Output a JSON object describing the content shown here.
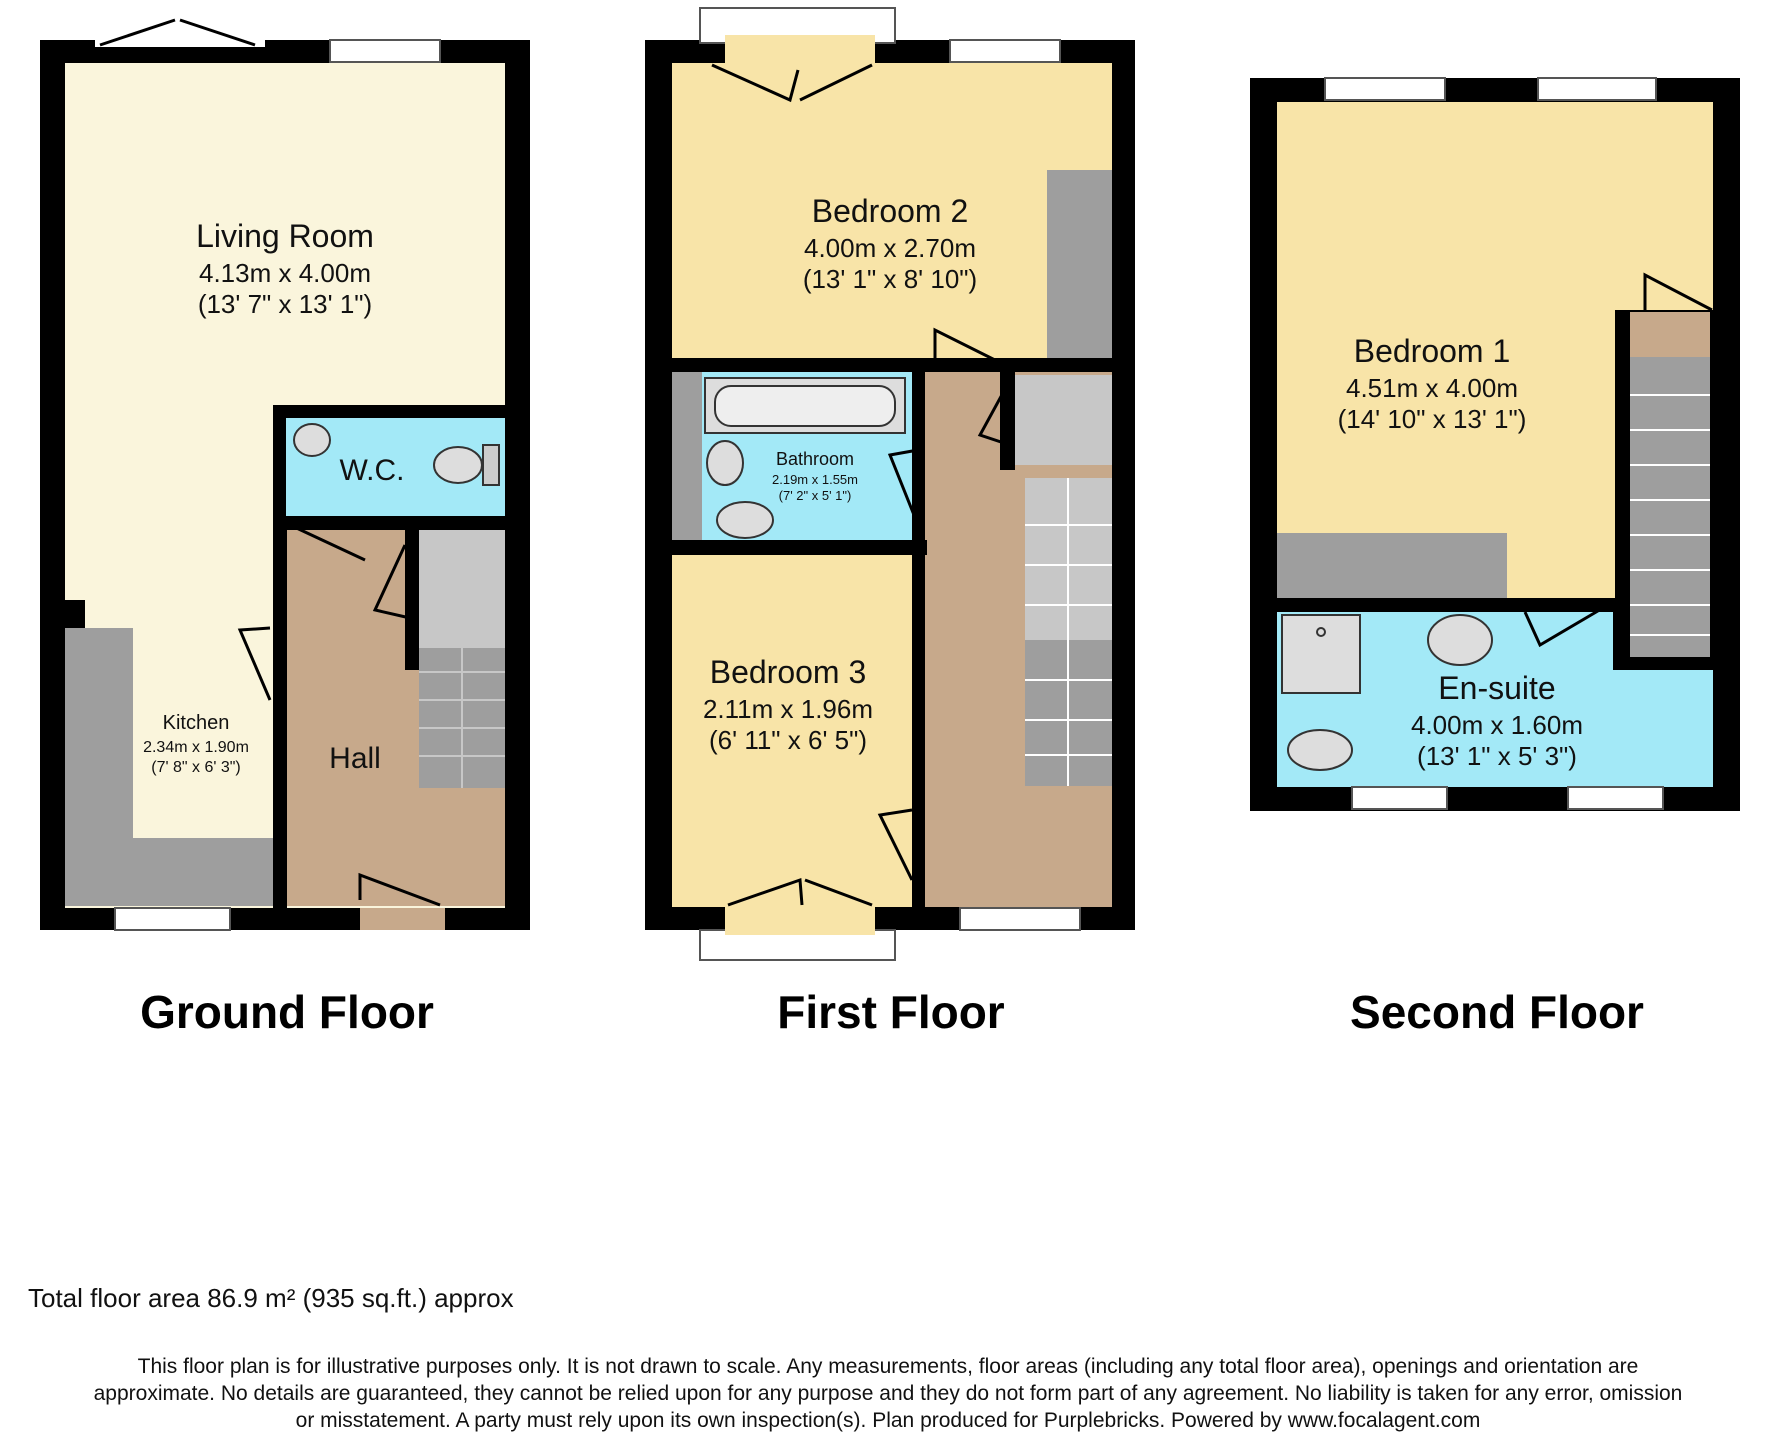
{
  "floors": [
    {
      "title": "Ground Floor"
    },
    {
      "title": "First Floor"
    },
    {
      "title": "Second Floor"
    }
  ],
  "rooms": {
    "living_room": {
      "name": "Living Room",
      "metric": "4.13m x 4.00m",
      "imperial": "(13' 7\" x 13' 1\")"
    },
    "wc": {
      "name": "W.C."
    },
    "kitchen": {
      "name": "Kitchen",
      "metric": "2.34m x 1.90m",
      "imperial": "(7' 8\" x 6' 3\")"
    },
    "hall": {
      "name": "Hall"
    },
    "bedroom2": {
      "name": "Bedroom 2",
      "metric": "4.00m x 2.70m",
      "imperial": "(13' 1\" x 8' 10\")"
    },
    "bathroom": {
      "name": "Bathroom",
      "metric": "2.19m x 1.55m",
      "imperial": "(7' 2\" x 5' 1\")"
    },
    "bedroom3": {
      "name": "Bedroom 3",
      "metric": "2.11m x 1.96m",
      "imperial": "(6' 11\" x 6' 5\")"
    },
    "bedroom1": {
      "name": "Bedroom 1",
      "metric": "4.51m x 4.00m",
      "imperial": "(14' 10\" x 13' 1\")"
    },
    "ensuite": {
      "name": "En-suite",
      "metric": "4.00m x 1.60m",
      "imperial": "(13' 1\" x 5' 3\")"
    }
  },
  "footer": {
    "total_area": "Total floor area 86.9 m² (935 sq.ft.) approx",
    "disclaimer_1": "This floor plan is for illustrative purposes only. It is not drawn to scale. Any measurements, floor areas (including any total floor area), openings and orientation are",
    "disclaimer_2": "approximate. No details are guaranteed, they cannot be relied upon for any purpose and they do not form part of any agreement. No liability is taken for any error, omission",
    "disclaimer_3": "or misstatement. A party must rely upon its own inspection(s). Plan produced for Purplebricks. Powered by www.focalagent.com"
  },
  "colors": {
    "wall": "#000000",
    "living": "#faf5dc",
    "bedroom": "#f8e4a8",
    "wet_room": "#a3e9f7",
    "hall": "#c7a98b",
    "fitted": "#9e9e9e",
    "cupboard": "#c7c7c7"
  }
}
